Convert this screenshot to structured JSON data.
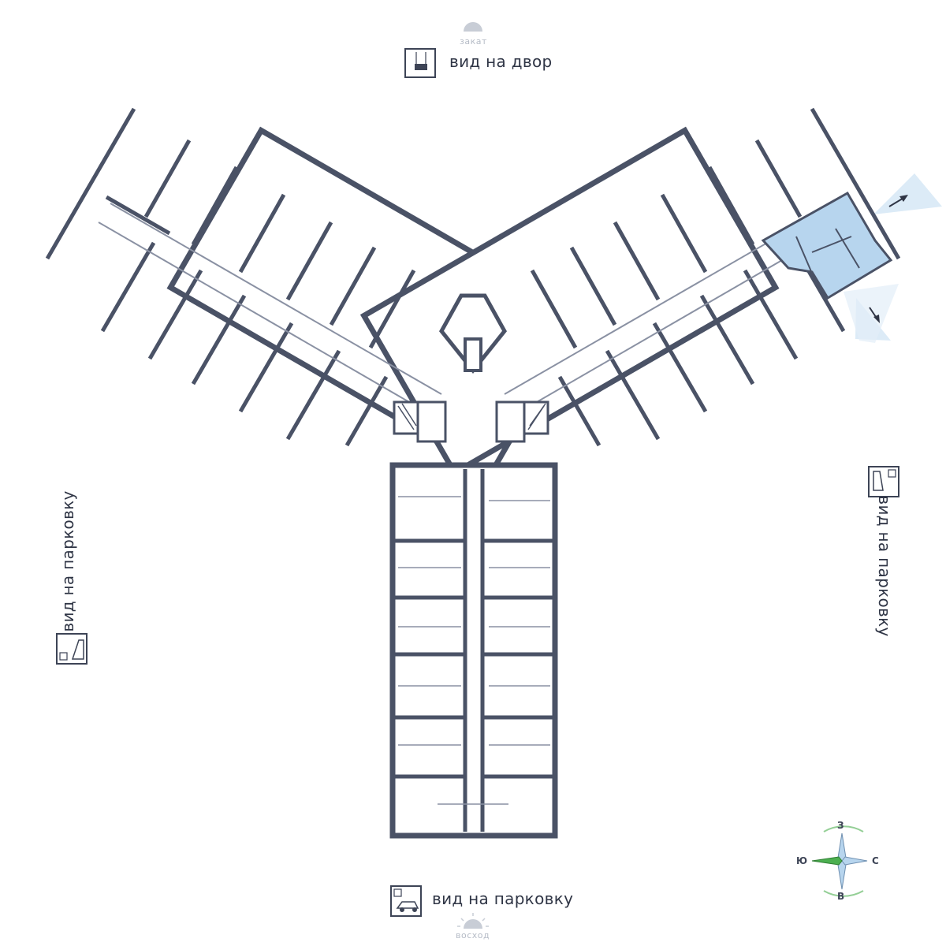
{
  "labels": {
    "top_view": "вид на двор",
    "bottom_view": "вид на парковку",
    "left_view": "вид на парковку",
    "right_view": "вид на парковку",
    "sunset": "закат",
    "sunrise": "восход"
  },
  "compass": {
    "north": "З",
    "east": "С",
    "south": "В",
    "west": "Ю"
  },
  "icons": {
    "courtyard": "swing-icon",
    "parking": "parking-car-icon"
  },
  "colors": {
    "wall": "#4a5266",
    "highlight": "#b7d5ee",
    "glow": "#cfe3f4",
    "text": "#2f3545",
    "sun": "#b6bcc7",
    "compass_green": "#4caf50"
  }
}
